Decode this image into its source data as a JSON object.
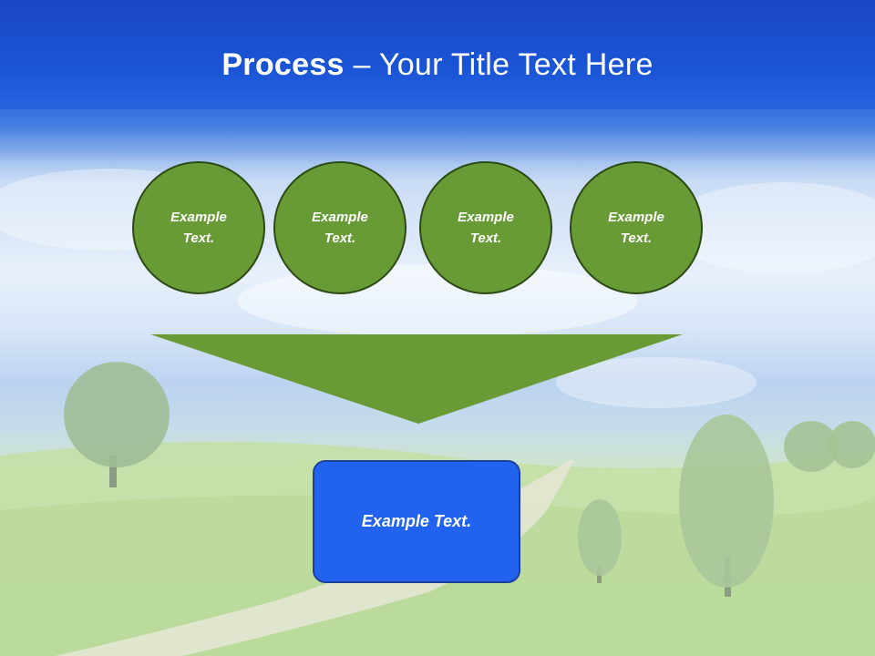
{
  "slide": {
    "title_strong": "Process",
    "title_rest": " – Your Title Text Here"
  },
  "steps": [
    {
      "label": "Example Text."
    },
    {
      "label": "Example Text."
    },
    {
      "label": "Example Text."
    },
    {
      "label": "Example Text."
    }
  ],
  "result": {
    "label": "Example Text."
  },
  "colors": {
    "banner": "#1a55d6",
    "circle_fill": "#689a36",
    "circle_border": "#2c4a14",
    "funnel": "#699a36",
    "result_fill": "#2162ee"
  },
  "icons": [
    "down-funnel-triangle"
  ]
}
